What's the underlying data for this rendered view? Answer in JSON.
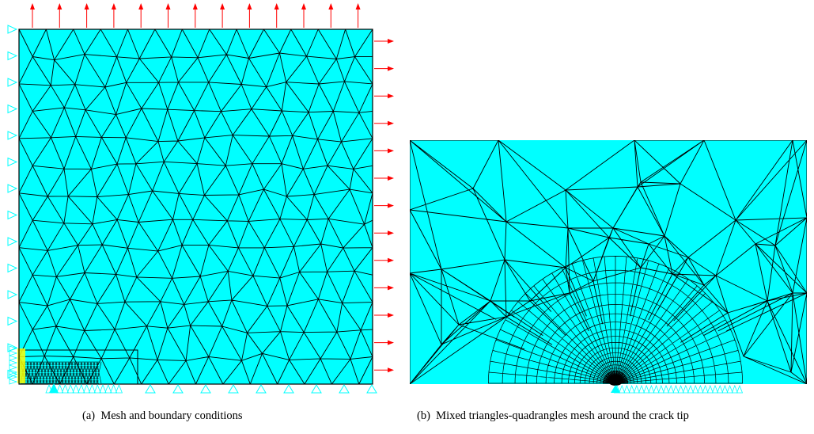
{
  "colors": {
    "fill": "#00ffff",
    "mesh_line": "#000000",
    "load_arrow": "#ff0000",
    "support": "#00ffff",
    "crack_marker": "#ffff00"
  },
  "figures": [
    {
      "id": "a",
      "label": "(a)",
      "caption": "Mesh and boundary conditions"
    },
    {
      "id": "b",
      "label": "(b)",
      "caption": "Mixed triangles-quadrangles mesh around the crack tip"
    }
  ]
}
